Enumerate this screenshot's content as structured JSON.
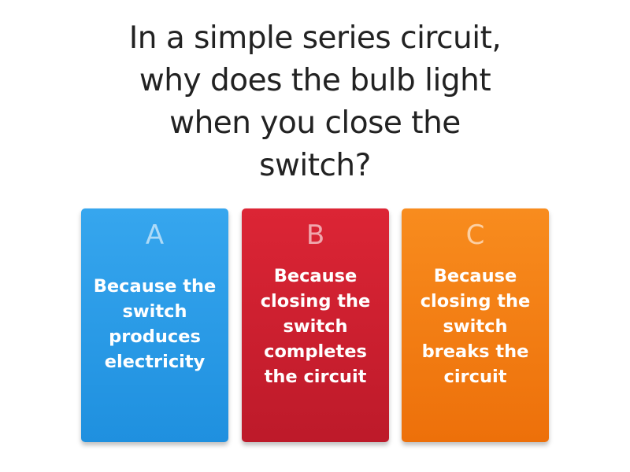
{
  "question": "In a simple series circuit, why does the bulb light when you close the switch?",
  "options": [
    {
      "letter": "A",
      "text": "Because the switch produces electricity",
      "color": "#2a9de8"
    },
    {
      "letter": "B",
      "text": "Because closing the switch completes the circuit",
      "color": "#d72234"
    },
    {
      "letter": "C",
      "text": "Because closing the switch breaks the circuit",
      "color": "#f47f14"
    }
  ]
}
